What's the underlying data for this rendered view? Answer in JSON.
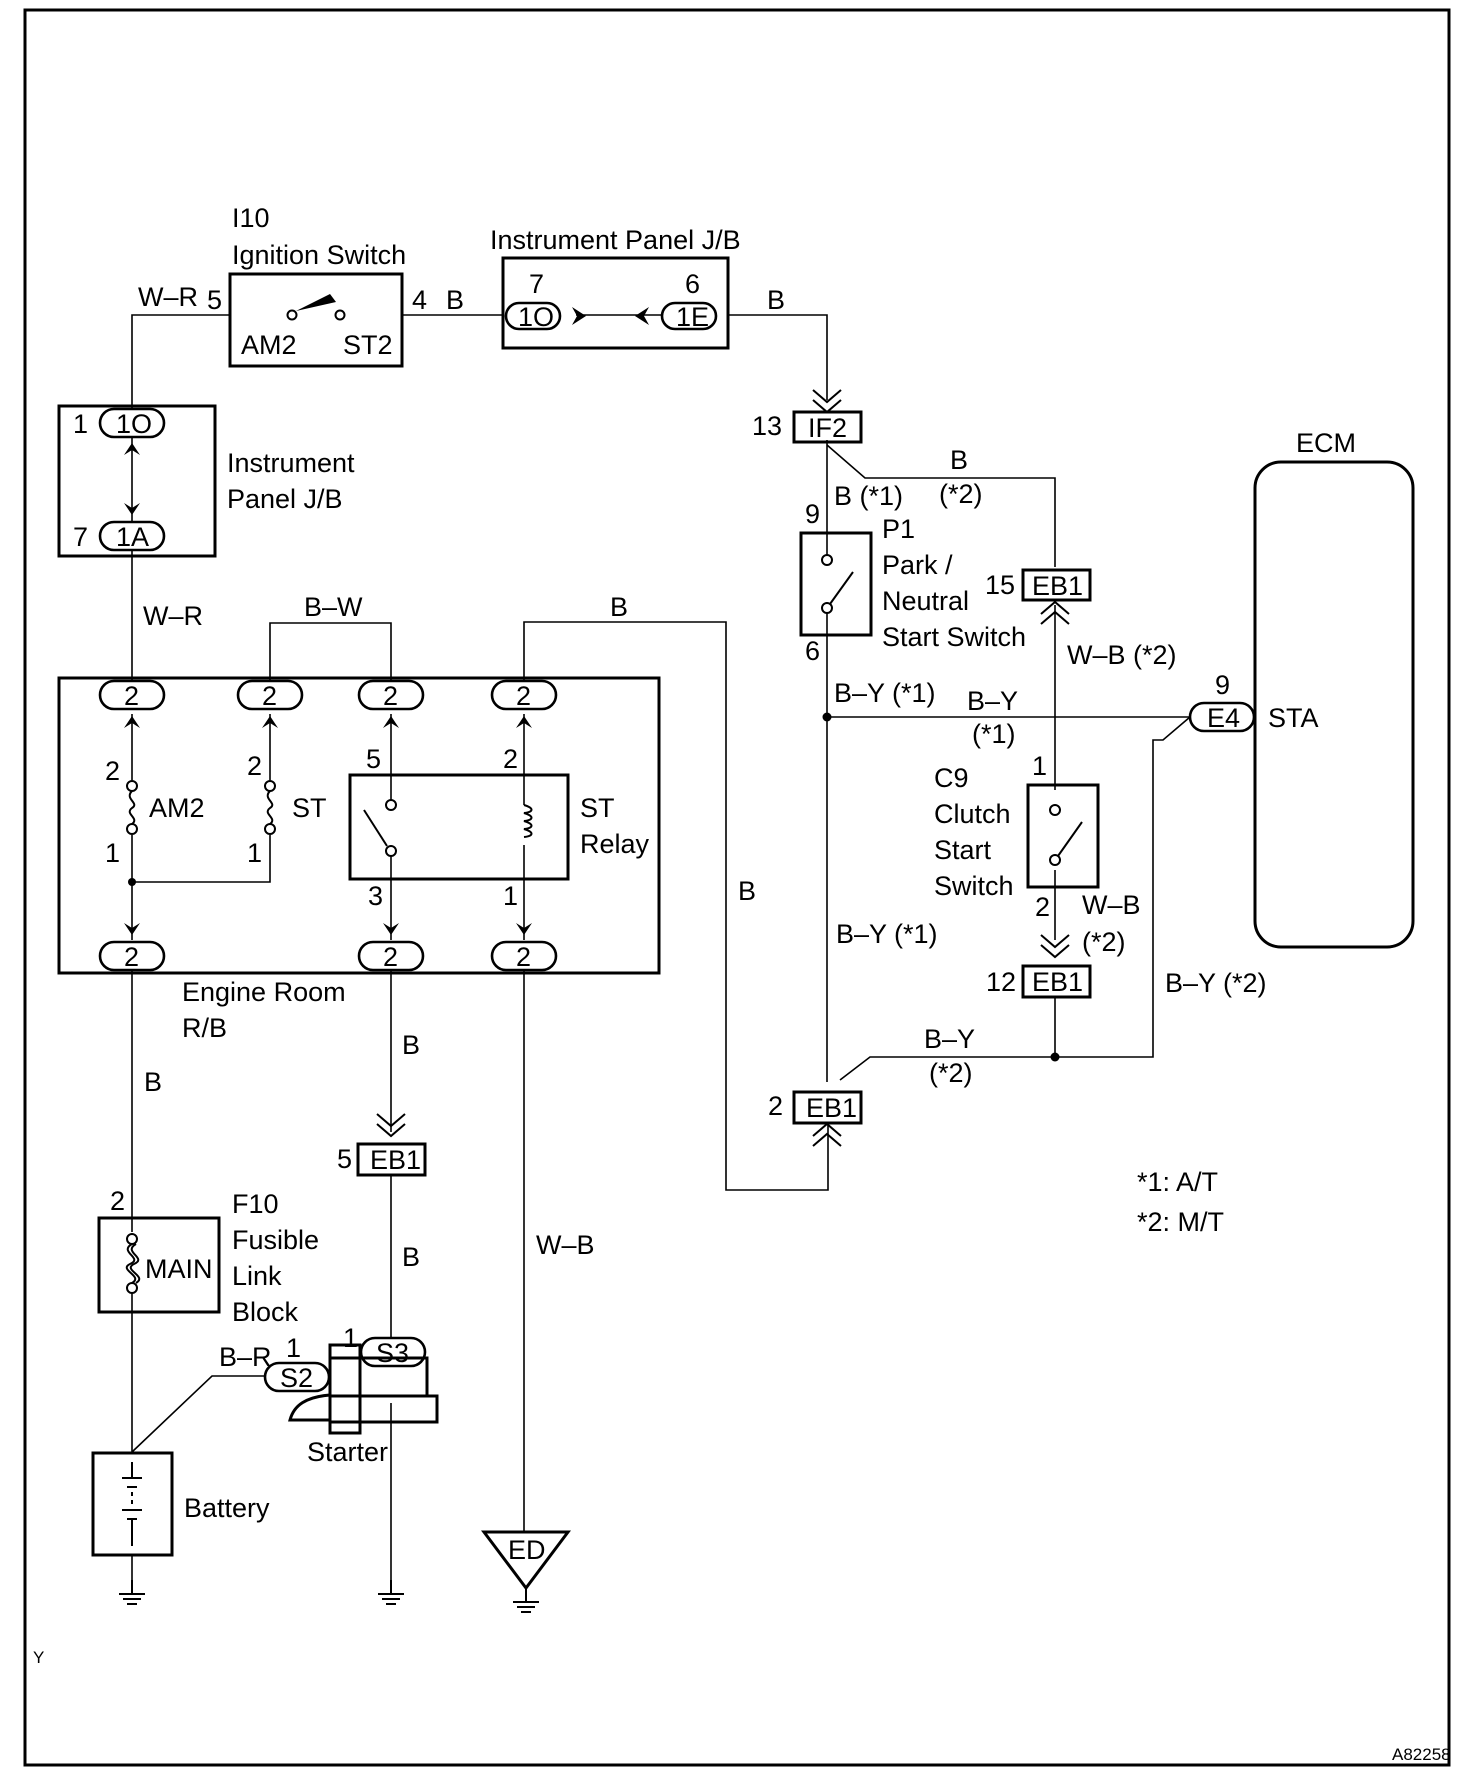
{
  "page": {
    "corner_mark": "Y",
    "figure_id": "A82258"
  },
  "components": {
    "ignition_switch": {
      "id": "I10",
      "name": "Ignition Switch",
      "pin_left": "5",
      "pin_right": "4",
      "term_left": "AM2",
      "term_right": "ST2"
    },
    "ip_jb_top": {
      "name": "Instrument Panel J/B",
      "pin_left": "7",
      "pin_right": "6",
      "conn_left": "1O",
      "conn_right": "1E"
    },
    "ip_jb_left": {
      "name_line1": "Instrument",
      "name_line2": "Panel J/B",
      "pin_top": "1",
      "pin_bottom": "7",
      "conn_top": "1O",
      "conn_bottom": "1A"
    },
    "engine_room_rb": {
      "name_line1": "Engine Room",
      "name_line2": "R/B",
      "top_conn": "2",
      "fuse_am2": {
        "label": "AM2",
        "pin_top": "2",
        "pin_bottom": "1"
      },
      "fuse_st": {
        "label": "ST",
        "pin_top": "2",
        "pin_bottom": "1"
      },
      "st_relay": {
        "label_line1": "ST",
        "label_line2": "Relay",
        "pin5": "5",
        "pin3": "3",
        "pin2": "2",
        "pin1": "1"
      }
    },
    "park_neutral_switch": {
      "id": "P1",
      "name_line1": "Park /",
      "name_line2": "Neutral",
      "name_line3": "Start Switch",
      "pin_top": "9",
      "pin_bottom": "6"
    },
    "clutch_start_switch": {
      "id": "C9",
      "name_line1": "Clutch",
      "name_line2": "Start",
      "name_line3": "Switch",
      "pin_top": "1",
      "pin_bottom": "2"
    },
    "ecm": {
      "name": "ECM",
      "pin": "9",
      "conn": "E4",
      "terminal": "STA"
    },
    "connectors": {
      "if2": {
        "pin": "13",
        "label": "IF2"
      },
      "eb1_15": {
        "pin": "15",
        "label": "EB1"
      },
      "eb1_12": {
        "pin": "12",
        "label": "EB1"
      },
      "eb1_2": {
        "pin": "2",
        "label": "EB1"
      },
      "eb1_5": {
        "pin": "5",
        "label": "EB1"
      }
    },
    "fusible_link": {
      "id": "F10",
      "name_line1": "Fusible",
      "name_line2": "Link",
      "name_line3": "Block",
      "pin": "2",
      "fuse": "MAIN"
    },
    "starter": {
      "name": "Starter",
      "pin_s2": "1",
      "conn_s2": "S2",
      "pin_s3": "1",
      "conn_s3": "S3"
    },
    "battery": {
      "name": "Battery"
    },
    "ground_ed": {
      "label": "ED"
    }
  },
  "wires": {
    "wr_top": "W–R",
    "b_ign_out": "B",
    "b_jb_out": "B",
    "wr_mid": "W–R",
    "bw": "B–W",
    "b_relay_top": "B",
    "b_if2_branch": "B",
    "b_if2_branch_note": "(*2)",
    "b_p1": "B (*1)",
    "wb_top": "W–B (*2)",
    "by_p1": "B–Y (*1)",
    "by_mid": "B–Y",
    "by_mid_note": "(*1)",
    "b_loop": "B",
    "by_vert": "B–Y (*1)",
    "wb_c9": "W–B",
    "wb_c9_note": "(*2)",
    "by_right": "B–Y (*2)",
    "by_low": "B–Y",
    "by_low_note": "(*2)",
    "b_erb_out": "B",
    "b_relay3": "B",
    "b_eb1_5": "B",
    "wb_ground": "W–B",
    "br_starter": "B–R"
  },
  "notes": {
    "note1": "*1: A/T",
    "note2": "*2: M/T"
  }
}
